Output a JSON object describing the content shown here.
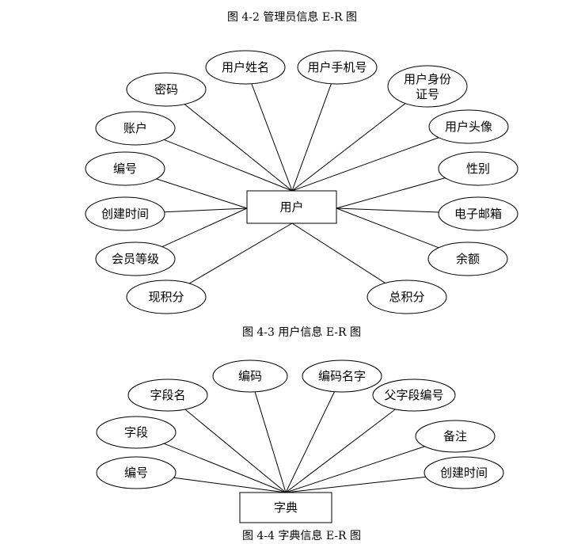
{
  "captions": {
    "top": "图 4-2 管理员信息 E-R 图",
    "user": "图 4-3 用户信息 E-R 图",
    "dict": "图 4-4 字典信息 E-R 图"
  },
  "diagrams": [
    {
      "id": "user",
      "entity": "用户",
      "attributes": [
        "用户姓名",
        "用户手机号",
        "用户身份证号",
        "密码",
        "账户",
        "用户头像",
        "编号",
        "性别",
        "创建时间",
        "电子邮箱",
        "会员等级",
        "余额",
        "现积分",
        "总积分"
      ]
    },
    {
      "id": "dict",
      "entity": "字典",
      "attributes": [
        "编码",
        "编码名字",
        "字段名",
        "父字段编号",
        "字段",
        "备注",
        "编号",
        "创建时间"
      ]
    }
  ]
}
